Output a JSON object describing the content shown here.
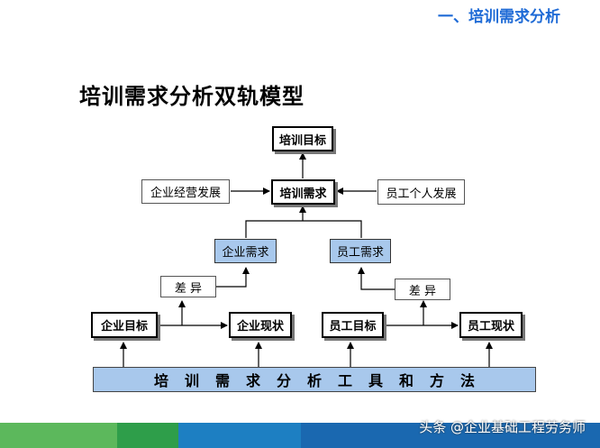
{
  "header": {
    "section_title": "一、培训需求分析"
  },
  "title": "培训需求分析双轨模型",
  "diagram": {
    "goal": "培训目标",
    "needs": "培训需求",
    "org_development": "企业经营发展",
    "employee_development": "员工个人发展",
    "enterprise_needs": "企业需求",
    "employee_needs": "员工需求",
    "gap_left": "差  异",
    "gap_right": "差  异",
    "enterprise_goal": "企业目标",
    "enterprise_status": "企业现状",
    "employee_goal": "员工目标",
    "employee_status": "员工现状",
    "tools_bar": "培训需求分析工具和方法"
  },
  "watermark": "头条 @企业基础工程劳务师",
  "colors": {
    "accent_blue": "#1f6bd6",
    "box_blue": "#a8c8ec",
    "footer": [
      "#5cb85c",
      "#2e9e4a",
      "#1d7fc2",
      "#1a68b0"
    ]
  }
}
